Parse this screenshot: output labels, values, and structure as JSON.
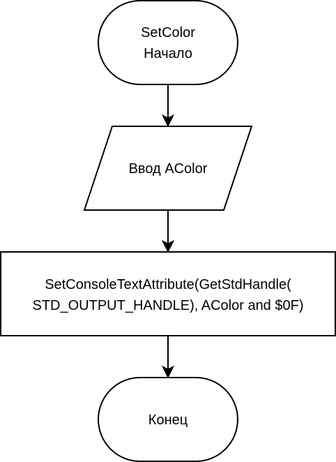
{
  "nodes": {
    "start": {
      "shape": "terminator",
      "lines": [
        "SetColor",
        "Начало"
      ]
    },
    "input": {
      "shape": "parallelogram",
      "lines": [
        "Ввод AColor"
      ]
    },
    "process": {
      "shape": "rectangle",
      "lines": [
        "SetConsoleTextAttribute(GetStdHandle(",
        "STD_OUTPUT_HANDLE), AColor and $0F)"
      ]
    },
    "end": {
      "shape": "terminator",
      "lines": [
        "Конец"
      ]
    }
  },
  "edges": [
    {
      "from": "start",
      "to": "input"
    },
    {
      "from": "input",
      "to": "process"
    },
    {
      "from": "process",
      "to": "end"
    }
  ],
  "colors": {
    "stroke": "#000000",
    "fill": "#ffffff",
    "text": "#000000"
  }
}
